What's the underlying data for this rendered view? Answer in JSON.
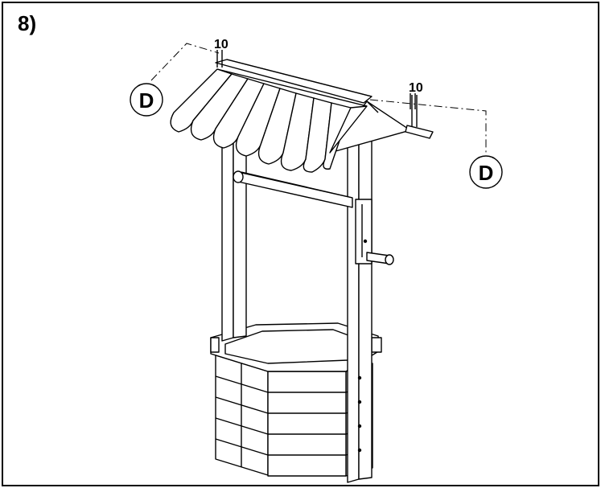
{
  "step": {
    "number": "8)"
  },
  "callouts": [
    {
      "letter": "D",
      "dimension": "10"
    },
    {
      "letter": "D",
      "dimension": "10"
    }
  ]
}
